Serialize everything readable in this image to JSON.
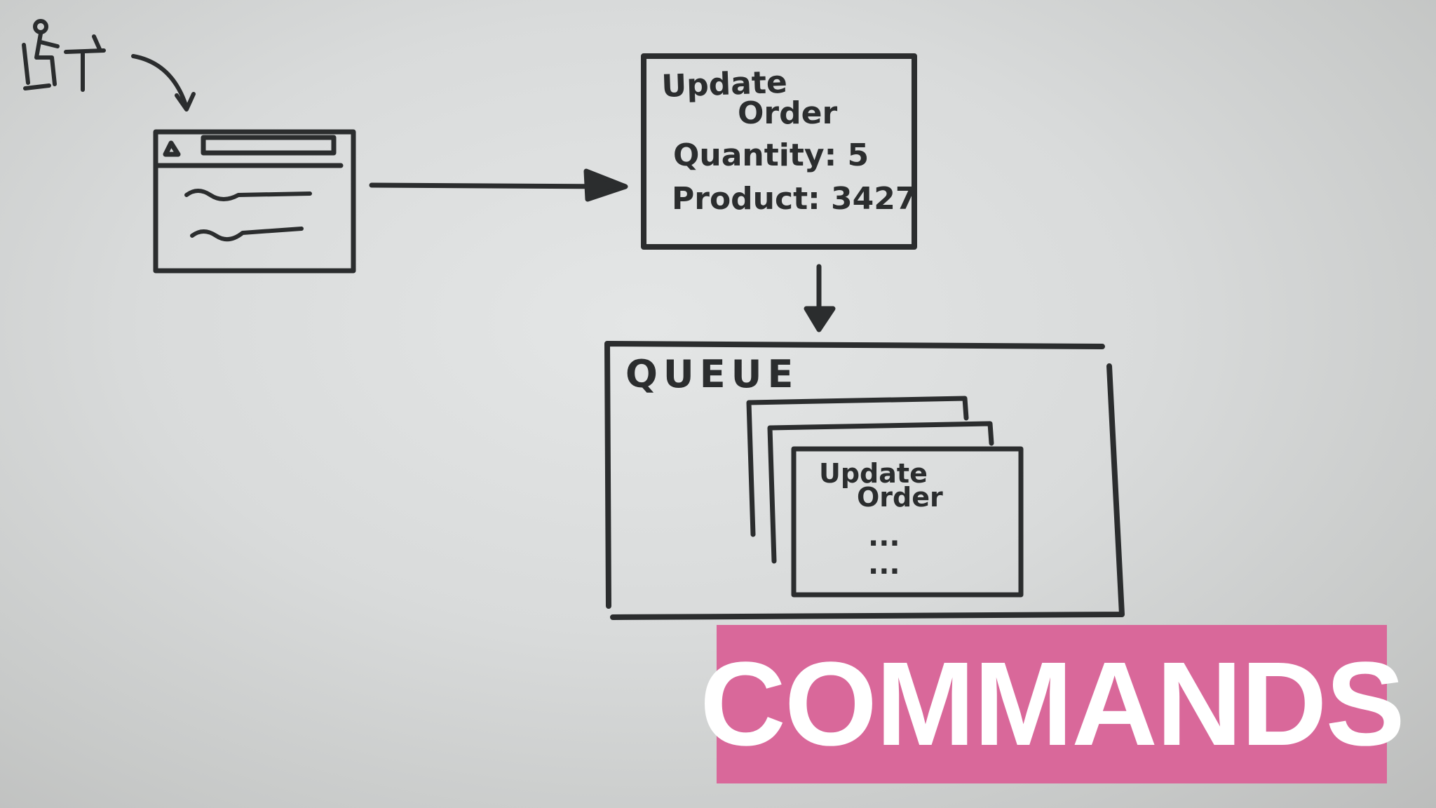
{
  "command_box": {
    "title_line1": "Update",
    "title_line2": "Order",
    "quantity": "Quantity: 5",
    "product": "Product: 3427"
  },
  "queue": {
    "label": "QUEUE",
    "card": {
      "title_line1": "Update",
      "title_line2": "Order",
      "ellipsis1": "...",
      "ellipsis2": "..."
    }
  },
  "banner": {
    "text": "COMMANDS",
    "background": "#d9689a",
    "color": "#ffffff"
  },
  "icons": {
    "user": "user-at-desk-icon",
    "browser": "browser-window-icon"
  }
}
